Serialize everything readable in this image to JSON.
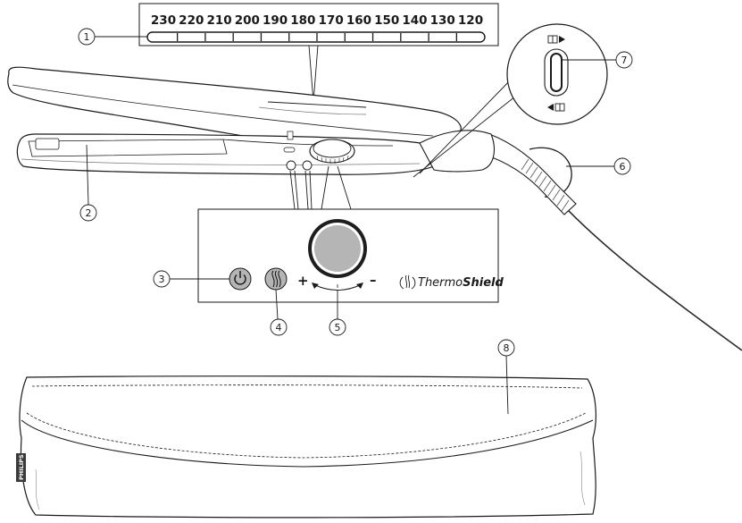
{
  "temperature_scale": [
    "230",
    "220",
    "210",
    "200",
    "190",
    "180",
    "170",
    "160",
    "150",
    "140",
    "130",
    "120"
  ],
  "callouts": [
    "1",
    "2",
    "3",
    "4",
    "5",
    "6",
    "7",
    "8"
  ],
  "panel": {
    "plus_label": "+",
    "minus_label": "–",
    "brand_light": "Thermo",
    "brand_bold": "Shield"
  },
  "pouch": {
    "brand": "PHILIPS"
  },
  "icons": {
    "power": "power-icon",
    "thermoshield": "thermoshield-icon",
    "lock": "lock-slider-icon"
  }
}
